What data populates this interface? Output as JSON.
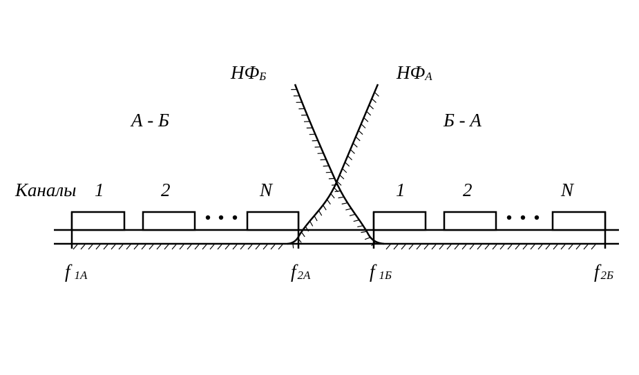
{
  "direction_labels": {
    "left": "А - Б",
    "right": "Б - А"
  },
  "filter_labels": {
    "left": {
      "main": "НФ",
      "sub": "Б"
    },
    "right": {
      "main": "НФ",
      "sub": "А"
    }
  },
  "channels_label": "Каналы",
  "left_channels": {
    "first": "1",
    "second": "2",
    "last": "N"
  },
  "right_channels": {
    "first": "1",
    "second": "2",
    "last": "N"
  },
  "frequency_labels": [
    {
      "main": "f",
      "sub": "1А"
    },
    {
      "main": "f",
      "sub": "2А"
    },
    {
      "main": "f",
      "sub": "1Б"
    },
    {
      "main": "f",
      "sub": "2Б"
    }
  ]
}
